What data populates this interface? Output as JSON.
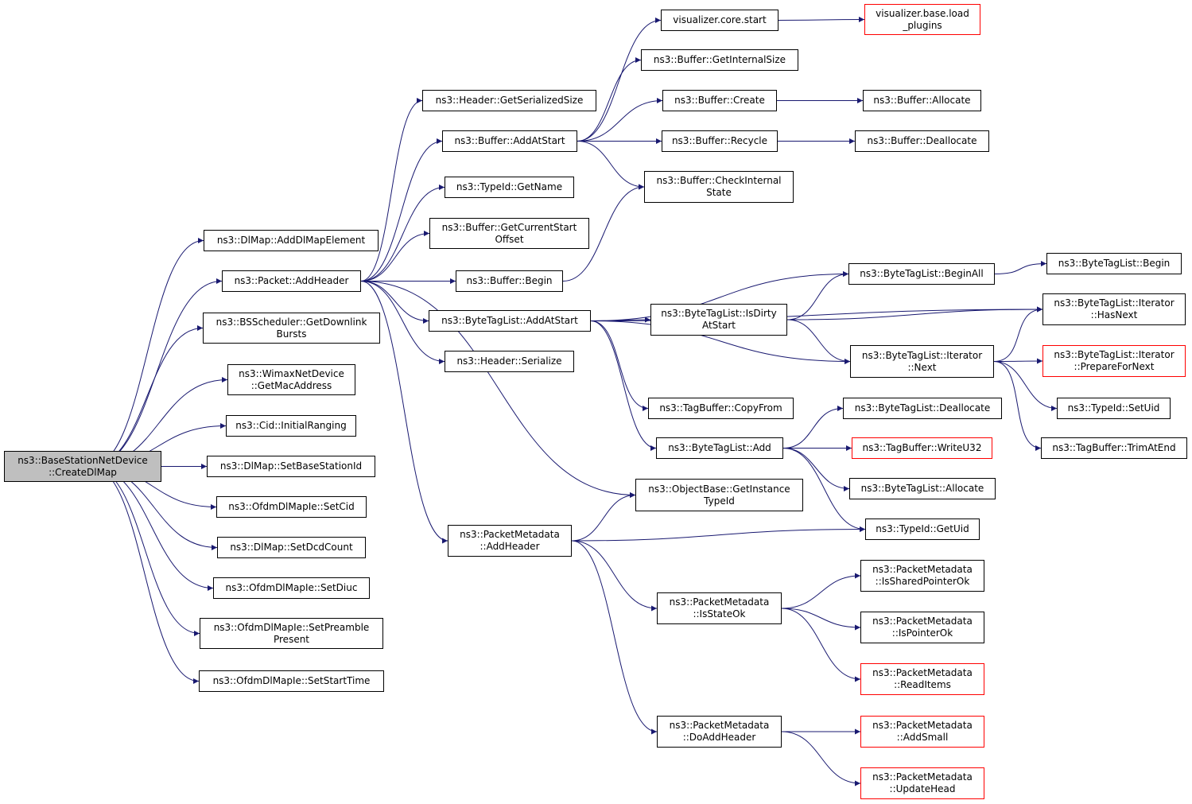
{
  "colors": {
    "edge": "#191970",
    "node_border": "#000000",
    "truncated_border": "#ff0000",
    "root_fill": "#bfbfbf"
  },
  "nodes": [
    {
      "id": "root",
      "label": "ns3::BaseStationNetDevice\n::CreateDlMap",
      "root": true
    },
    {
      "id": "addDlMapElement",
      "label": "ns3::DlMap::AddDlMapElement"
    },
    {
      "id": "packetAddHeader",
      "label": "ns3::Packet::AddHeader"
    },
    {
      "id": "getDownlinkBursts",
      "label": "ns3::BSScheduler::GetDownlink\nBursts"
    },
    {
      "id": "getMacAddress",
      "label": "ns3::WimaxNetDevice\n::GetMacAddress"
    },
    {
      "id": "initialRanging",
      "label": "ns3::Cid::InitialRanging"
    },
    {
      "id": "setBaseStationId",
      "label": "ns3::DlMap::SetBaseStationId"
    },
    {
      "id": "setCid",
      "label": "ns3::OfdmDlMapIe::SetCid"
    },
    {
      "id": "setDcdCount",
      "label": "ns3::DlMap::SetDcdCount"
    },
    {
      "id": "setDiuc",
      "label": "ns3::OfdmDlMapIe::SetDiuc"
    },
    {
      "id": "setPreamblePresent",
      "label": "ns3::OfdmDlMapIe::SetPreamble\nPresent"
    },
    {
      "id": "setStartTime",
      "label": "ns3::OfdmDlMapIe::SetStartTime"
    },
    {
      "id": "getSerializedSize",
      "label": "ns3::Header::GetSerializedSize"
    },
    {
      "id": "bufferAddAtStart",
      "label": "ns3::Buffer::AddAtStart"
    },
    {
      "id": "typeIdGetName",
      "label": "ns3::TypeId::GetName"
    },
    {
      "id": "getCurrentStartOffset",
      "label": "ns3::Buffer::GetCurrentStart\nOffset"
    },
    {
      "id": "bufferBegin",
      "label": "ns3::Buffer::Begin"
    },
    {
      "id": "byteTagListAddAtStart",
      "label": "ns3::ByteTagList::AddAtStart"
    },
    {
      "id": "headerSerialize",
      "label": "ns3::Header::Serialize"
    },
    {
      "id": "packetMetadataAddHeader",
      "label": "ns3::PacketMetadata\n::AddHeader"
    },
    {
      "id": "visualizerCoreStart",
      "label": "visualizer.core.start"
    },
    {
      "id": "getInternalSize",
      "label": "ns3::Buffer::GetInternalSize"
    },
    {
      "id": "bufferCreate",
      "label": "ns3::Buffer::Create"
    },
    {
      "id": "bufferRecycle",
      "label": "ns3::Buffer::Recycle"
    },
    {
      "id": "checkInternalState",
      "label": "ns3::Buffer::CheckInternal\nState"
    },
    {
      "id": "isDirtyAtStart",
      "label": "ns3::ByteTagList::IsDirty\nAtStart"
    },
    {
      "id": "tagBufferCopyFrom",
      "label": "ns3::TagBuffer::CopyFrom"
    },
    {
      "id": "byteTagListAdd",
      "label": "ns3::ByteTagList::Add"
    },
    {
      "id": "getInstanceTypeId",
      "label": "ns3::ObjectBase::GetInstance\nTypeId"
    },
    {
      "id": "isStateOk",
      "label": "ns3::PacketMetadata\n::IsStateOk"
    },
    {
      "id": "doAddHeader",
      "label": "ns3::PacketMetadata\n::DoAddHeader"
    },
    {
      "id": "loadPlugins",
      "label": "visualizer.base.load\n_plugins",
      "truncated": true
    },
    {
      "id": "bufferAllocate",
      "label": "ns3::Buffer::Allocate"
    },
    {
      "id": "bufferDeallocate",
      "label": "ns3::Buffer::Deallocate"
    },
    {
      "id": "beginAll",
      "label": "ns3::ByteTagList::BeginAll"
    },
    {
      "id": "iteratorNext",
      "label": "ns3::ByteTagList::Iterator\n::Next"
    },
    {
      "id": "btlDeallocate",
      "label": "ns3::ByteTagList::Deallocate"
    },
    {
      "id": "writeU32",
      "label": "ns3::TagBuffer::WriteU32",
      "truncated": true
    },
    {
      "id": "btlAllocate",
      "label": "ns3::ByteTagList::Allocate"
    },
    {
      "id": "getUid",
      "label": "ns3::TypeId::GetUid"
    },
    {
      "id": "isSharedPointerOk",
      "label": "ns3::PacketMetadata\n::IsSharedPointerOk"
    },
    {
      "id": "isPointerOk",
      "label": "ns3::PacketMetadata\n::IsPointerOk"
    },
    {
      "id": "readItems",
      "label": "ns3::PacketMetadata\n::ReadItems",
      "truncated": true
    },
    {
      "id": "addSmall",
      "label": "ns3::PacketMetadata\n::AddSmall",
      "truncated": true
    },
    {
      "id": "updateHead",
      "label": "ns3::PacketMetadata\n::UpdateHead",
      "truncated": true
    },
    {
      "id": "btlBegin",
      "label": "ns3::ByteTagList::Begin"
    },
    {
      "id": "iteratorHasNext",
      "label": "ns3::ByteTagList::Iterator\n::HasNext"
    },
    {
      "id": "prepareForNext",
      "label": "ns3::ByteTagList::Iterator\n::PrepareForNext",
      "truncated": true
    },
    {
      "id": "setUid",
      "label": "ns3::TypeId::SetUid"
    },
    {
      "id": "trimAtEnd",
      "label": "ns3::TagBuffer::TrimAtEnd"
    }
  ],
  "edges": [
    [
      "root",
      "addDlMapElement"
    ],
    [
      "root",
      "packetAddHeader"
    ],
    [
      "root",
      "getDownlinkBursts"
    ],
    [
      "root",
      "getMacAddress"
    ],
    [
      "root",
      "initialRanging"
    ],
    [
      "root",
      "setBaseStationId"
    ],
    [
      "root",
      "setCid"
    ],
    [
      "root",
      "setDcdCount"
    ],
    [
      "root",
      "setDiuc"
    ],
    [
      "root",
      "setPreamblePresent"
    ],
    [
      "root",
      "setStartTime"
    ],
    [
      "packetAddHeader",
      "getSerializedSize"
    ],
    [
      "packetAddHeader",
      "bufferAddAtStart"
    ],
    [
      "packetAddHeader",
      "typeIdGetName"
    ],
    [
      "packetAddHeader",
      "getCurrentStartOffset"
    ],
    [
      "packetAddHeader",
      "bufferBegin"
    ],
    [
      "packetAddHeader",
      "byteTagListAddAtStart"
    ],
    [
      "packetAddHeader",
      "headerSerialize"
    ],
    [
      "packetAddHeader",
      "getInstanceTypeId"
    ],
    [
      "packetAddHeader",
      "packetMetadataAddHeader"
    ],
    [
      "bufferAddAtStart",
      "visualizerCoreStart"
    ],
    [
      "bufferAddAtStart",
      "getInternalSize"
    ],
    [
      "bufferAddAtStart",
      "bufferCreate"
    ],
    [
      "bufferAddAtStart",
      "bufferRecycle"
    ],
    [
      "bufferAddAtStart",
      "checkInternalState"
    ],
    [
      "visualizerCoreStart",
      "loadPlugins"
    ],
    [
      "bufferCreate",
      "bufferAllocate"
    ],
    [
      "bufferRecycle",
      "bufferDeallocate"
    ],
    [
      "bufferBegin",
      "checkInternalState"
    ],
    [
      "byteTagListAddAtStart",
      "iteratorHasNext"
    ],
    [
      "byteTagListAddAtStart",
      "beginAll"
    ],
    [
      "byteTagListAddAtStart",
      "isDirtyAtStart"
    ],
    [
      "byteTagListAddAtStart",
      "iteratorNext"
    ],
    [
      "byteTagListAddAtStart",
      "tagBufferCopyFrom"
    ],
    [
      "byteTagListAddAtStart",
      "byteTagListAdd"
    ],
    [
      "isDirtyAtStart",
      "beginAll"
    ],
    [
      "isDirtyAtStart",
      "iteratorHasNext"
    ],
    [
      "isDirtyAtStart",
      "iteratorNext"
    ],
    [
      "beginAll",
      "btlBegin"
    ],
    [
      "iteratorNext",
      "iteratorHasNext"
    ],
    [
      "iteratorNext",
      "prepareForNext"
    ],
    [
      "iteratorNext",
      "setUid"
    ],
    [
      "iteratorNext",
      "trimAtEnd"
    ],
    [
      "byteTagListAdd",
      "btlDeallocate"
    ],
    [
      "byteTagListAdd",
      "writeU32"
    ],
    [
      "byteTagListAdd",
      "btlAllocate"
    ],
    [
      "byteTagListAdd",
      "getUid"
    ],
    [
      "packetMetadataAddHeader",
      "getInstanceTypeId"
    ],
    [
      "packetMetadataAddHeader",
      "getUid"
    ],
    [
      "packetMetadataAddHeader",
      "isStateOk"
    ],
    [
      "packetMetadataAddHeader",
      "doAddHeader"
    ],
    [
      "isStateOk",
      "isSharedPointerOk"
    ],
    [
      "isStateOk",
      "isPointerOk"
    ],
    [
      "isStateOk",
      "readItems"
    ],
    [
      "doAddHeader",
      "addSmall"
    ],
    [
      "doAddHeader",
      "updateHead"
    ]
  ]
}
